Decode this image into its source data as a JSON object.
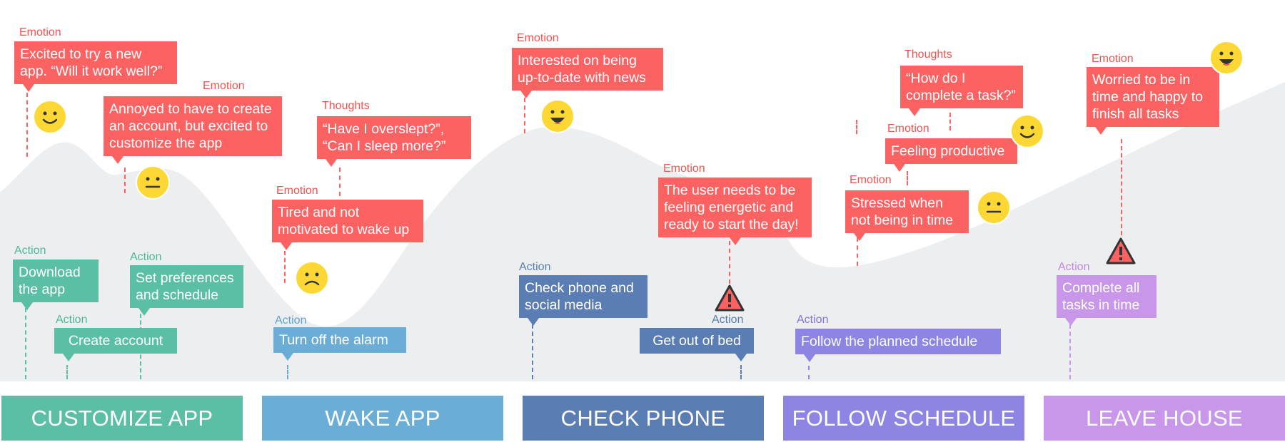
{
  "labels": {
    "emotion": "Emotion",
    "thoughts": "Thoughts",
    "action": "Action"
  },
  "stages": [
    {
      "label": "CUSTOMIZE APP",
      "color": "#5bbfa5"
    },
    {
      "label": "WAKE APP",
      "color": "#6aaed8"
    },
    {
      "label": "CHECK PHONE",
      "color": "#5a7db4"
    },
    {
      "label": "FOLLOW SCHEDULE",
      "color": "#8d84e4"
    },
    {
      "label": "LEAVE HOUSE",
      "color": "#c897ea"
    }
  ],
  "emotions": [
    {
      "text": "Excited to try  a new\napp. “Will it work well?”",
      "face": "happy"
    },
    {
      "text": "Annoyed to have to create\nan account, but excited to\ncustomize the app",
      "face": "neutral"
    },
    {
      "text": "Tired and not\nmotivated to wake up",
      "face": "sad"
    },
    {
      "text": "Interested on being\nup-to-date with news",
      "face": "delighted"
    },
    {
      "text": "The user needs to be\nfeeling energetic and\nready to start the day!",
      "face": "warning"
    },
    {
      "text": "Stressed when\nnot being in time",
      "face": "neutral"
    },
    {
      "text": "Feeling productive",
      "face": "happy"
    },
    {
      "text": "Worried to be in\ntime and happy to\nfinish all tasks",
      "face": "delighted"
    }
  ],
  "thoughts": [
    {
      "text": "“Have I overslept?”,\n“Can I sleep more?”"
    },
    {
      "text": "“How do I\ncomplete a task?”"
    }
  ],
  "actions": [
    {
      "text": "Download\nthe app",
      "stage": "customize"
    },
    {
      "text": "Create account",
      "stage": "customize"
    },
    {
      "text": "Set preferences\nand schedule",
      "stage": "customize"
    },
    {
      "text": "Turn off the alarm",
      "stage": "wake"
    },
    {
      "text": "Check phone and\nsocial media",
      "stage": "phone"
    },
    {
      "text": "Get out of bed",
      "stage": "phone"
    },
    {
      "text": "Follow the planned schedule",
      "stage": "schedule"
    },
    {
      "text": "Complete all\ntasks in time",
      "stage": "leave"
    }
  ],
  "colors": {
    "emotion": "#fd6262",
    "curve": "#eceeef",
    "face": "#fdd835"
  }
}
